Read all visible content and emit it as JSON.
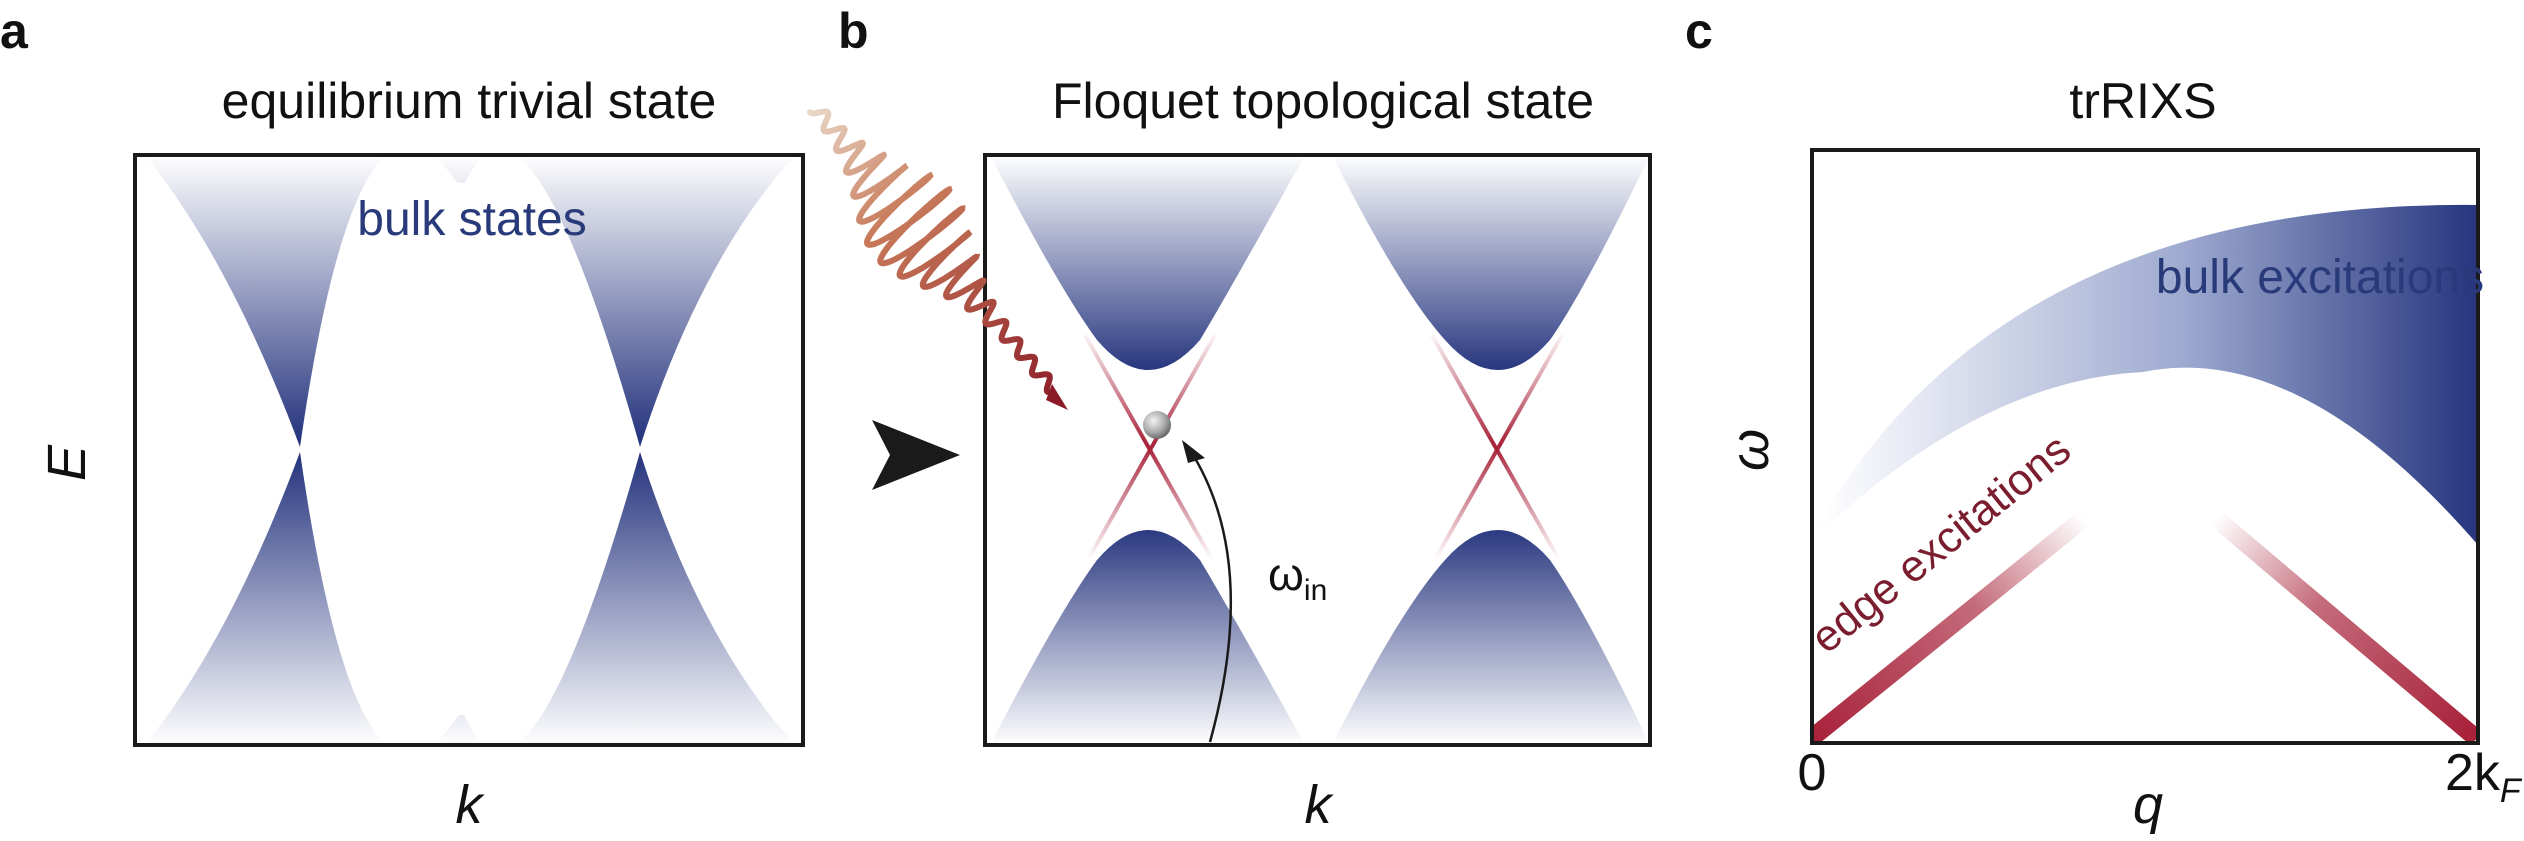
{
  "panels": [
    {
      "letter": "a",
      "title": "equilibrium trivial state",
      "x_label": "k",
      "y_label": "E",
      "annotation": "bulk states"
    },
    {
      "letter": "b",
      "title": "Floquet topological state",
      "x_label": "k",
      "annotation": "ω",
      "annotation_sub": "in"
    },
    {
      "letter": "c",
      "title": "trRIXS",
      "x_label": "q",
      "y_label": "ω",
      "x_ticks": [
        "0",
        "2k"
      ],
      "x_tick_sub": "F",
      "bulk_label": "bulk excitations",
      "edge_label": "edge excitations"
    }
  ],
  "colors": {
    "bulk_blue": "#2b3a8f",
    "edge_red": "#a8223a",
    "frame": "#1a1a1a",
    "arrow": "#1a1a1a"
  },
  "icons": [
    "photon-pulse-icon",
    "transition-arrow-icon",
    "electron-sphere-icon",
    "excitation-arrow-icon"
  ]
}
